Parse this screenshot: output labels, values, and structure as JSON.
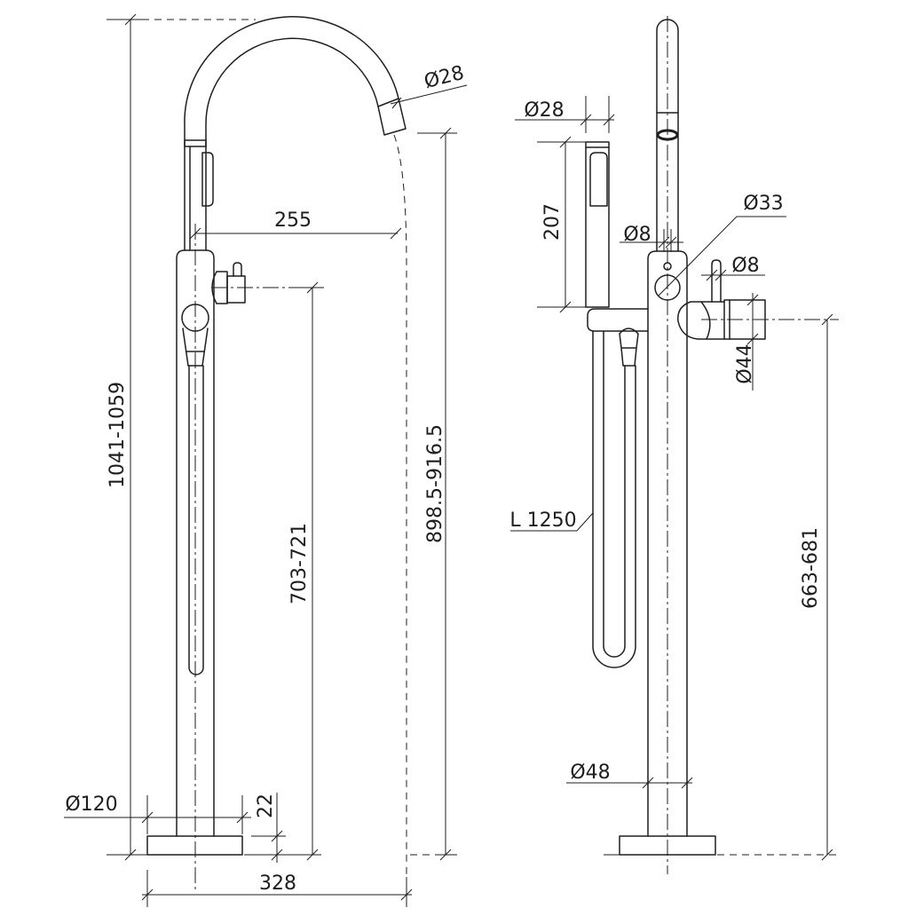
{
  "side_view": {
    "spout_diameter": "Ø28",
    "spout_reach": "255",
    "total_height": "1041-1059",
    "outlet_height": "898.5-916.5",
    "handle_height": "703-721",
    "base_diameter": "Ø120",
    "base_thickness": "22",
    "overall_depth": "328"
  },
  "front_view": {
    "handshower_diameter": "Ø28",
    "handshower_length": "207",
    "port_diameter": "Ø8",
    "cartridge_diameter": "Ø33",
    "lever_diameter": "Ø8",
    "handle_diameter": "Ø44",
    "hose_length": "L 1250",
    "handle_center_height": "663-681",
    "column_diameter": "Ø48"
  },
  "colors": {
    "line": "#1e1e1e",
    "background": "#ffffff"
  }
}
